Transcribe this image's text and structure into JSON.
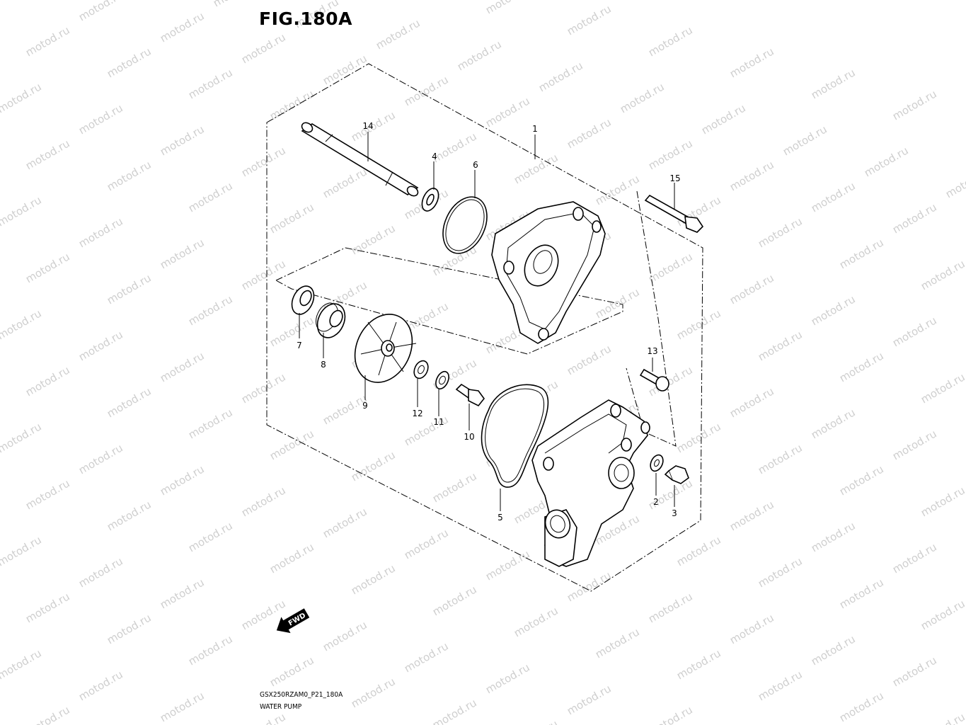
{
  "figure": {
    "title": "FIG.180A",
    "code": "GSX250RZAM0_P21_180A",
    "name": "WATER PUMP"
  },
  "watermark": {
    "text": "motod.ru",
    "color": "#cfcfcf"
  },
  "fwd_label": "FWD",
  "callouts": [
    "1",
    "2",
    "3",
    "4",
    "5",
    "6",
    "7",
    "8",
    "9",
    "10",
    "11",
    "12",
    "13",
    "14",
    "15"
  ]
}
